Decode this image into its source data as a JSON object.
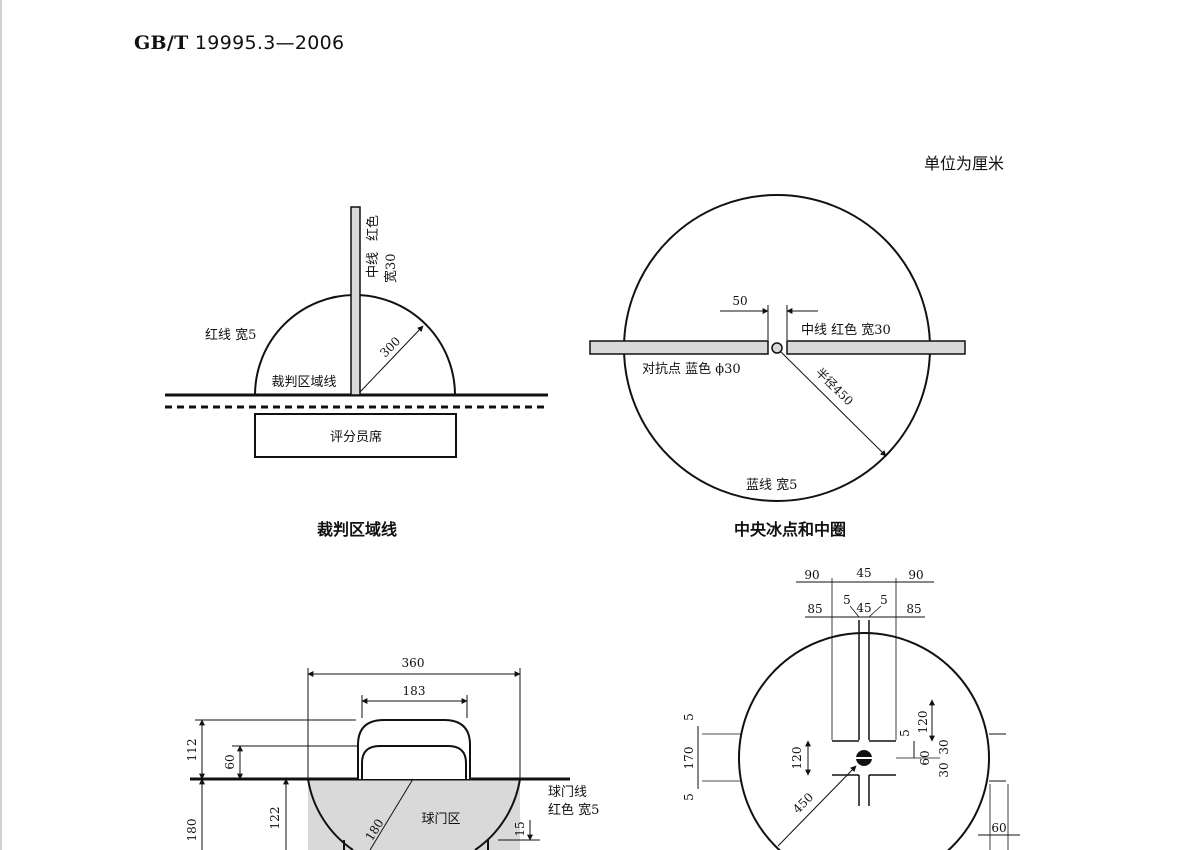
{
  "header": {
    "std_prefix": "GB/T",
    "std_number": "19995.3—2006",
    "unit_note": "单位为厘米"
  },
  "fig_referee": {
    "caption": "裁判区域线",
    "centerline_label_1": "中线",
    "centerline_label_2": "宽30",
    "centerline_color": "红色",
    "redline_label": "红线  宽5",
    "area_label": "裁判区域线",
    "radius": "300",
    "bench_label": "评分员席"
  },
  "fig_center": {
    "caption": "中央冰点和中圈",
    "dim_50": "50",
    "centerline_label": "中线    红色    宽30",
    "faceoff_label": "对抗点    蓝色  ϕ30",
    "radius_label": "半径450",
    "blueline_label": "蓝线    宽5"
  },
  "fig_goal": {
    "dim_360": "360",
    "dim_183": "183",
    "dim_112": "112",
    "dim_60": "60",
    "dim_122": "122",
    "dim_180_left": "180",
    "dim_180_radius": "180",
    "crease_label": "球门区",
    "goalline_label": "球门线",
    "goalline_desc": "红色    宽5",
    "dim_15": "15"
  },
  "fig_faceoff": {
    "top_90_left": "90",
    "top_45": "45",
    "top_90_right": "90",
    "row2_85_left": "85",
    "row2_5_left": "5",
    "row2_45": "45",
    "row2_5_right": "5",
    "row2_85_right": "85",
    "left_5_top": "5",
    "left_170": "170",
    "left_5_bottom": "5",
    "inner_120_left": "120",
    "inner_5": "5",
    "inner_120_right": "120",
    "inner_60": "60",
    "inner_30_top": "30",
    "inner_30_bottom": "30",
    "radius_450": "450",
    "right_60": "60"
  }
}
